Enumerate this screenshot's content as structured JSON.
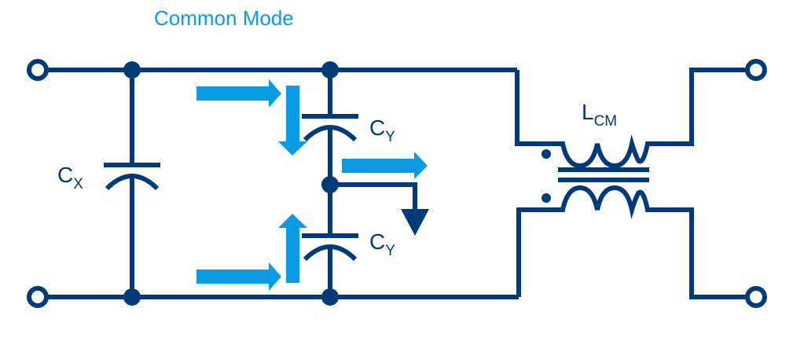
{
  "title": "Common Mode",
  "colors": {
    "wire": "#003b78",
    "flow_arrow": "#0a9be3",
    "title": "#0a9be3",
    "background": "#ffffff"
  },
  "components": {
    "cx": {
      "label": "C",
      "subscript": "X",
      "type": "capacitor"
    },
    "cy_top": {
      "label": "C",
      "subscript": "Y",
      "type": "capacitor"
    },
    "cy_bottom": {
      "label": "C",
      "subscript": "Y",
      "type": "capacitor"
    },
    "lcm": {
      "label": "L",
      "subscript": "CM",
      "type": "common-mode-choke"
    }
  },
  "terminals": [
    "input-top",
    "input-bottom",
    "output-top",
    "output-bottom"
  ],
  "flow_arrows": [
    {
      "name": "top-line-current",
      "direction": "right"
    },
    {
      "name": "cy-top-current",
      "direction": "down"
    },
    {
      "name": "ground-current",
      "direction": "right"
    },
    {
      "name": "bottom-line-current",
      "direction": "right"
    },
    {
      "name": "cy-bottom-current",
      "direction": "up"
    }
  ],
  "ground": {
    "symbol": "ground-arrow",
    "direction": "down"
  }
}
